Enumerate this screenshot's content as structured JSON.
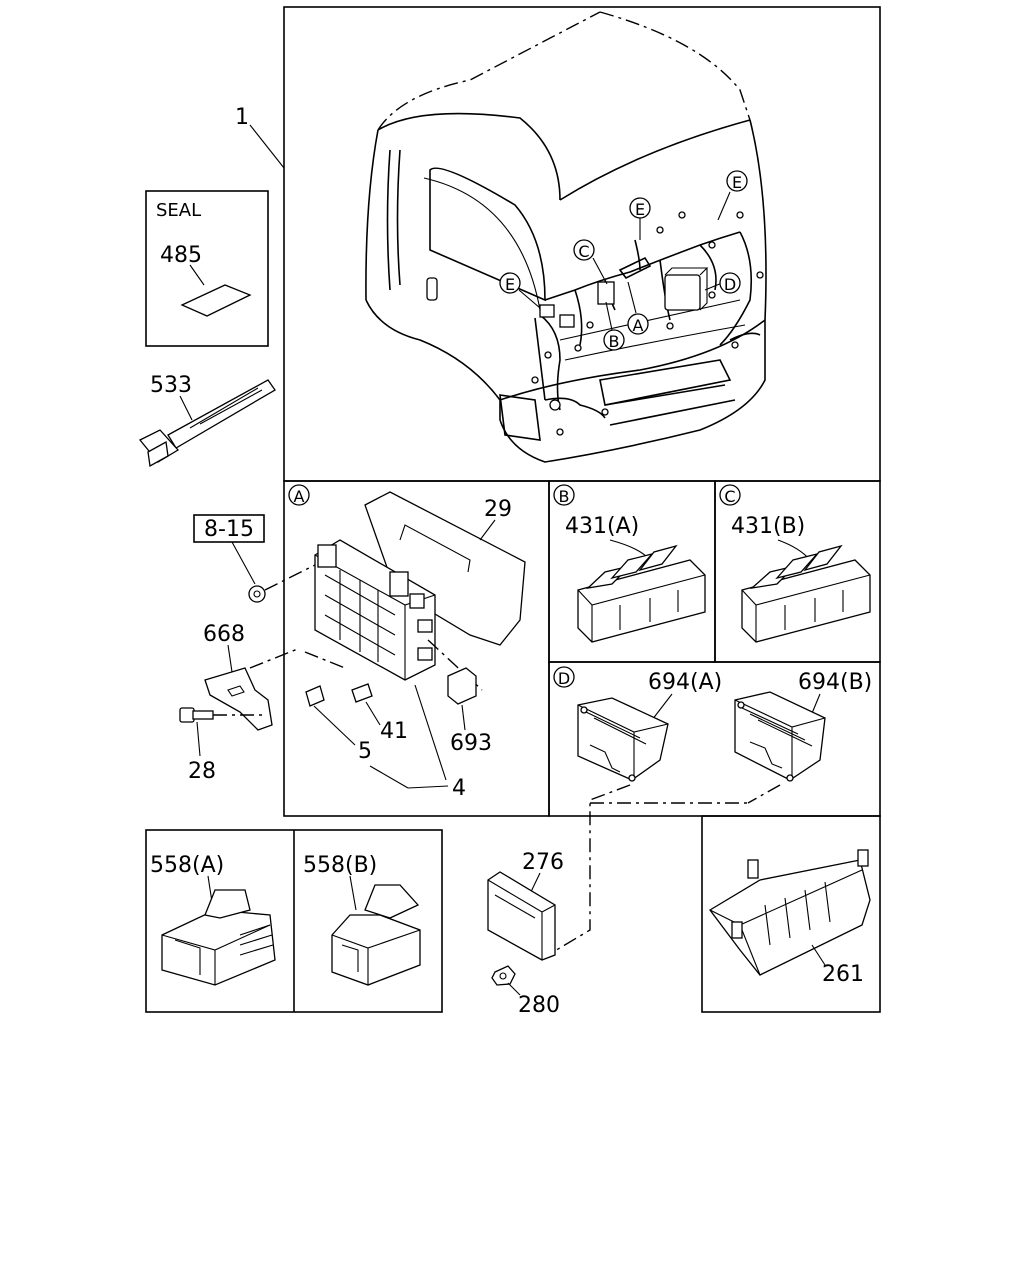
{
  "labels": {
    "p1": "1",
    "seal": "SEAL",
    "p485": "485",
    "p533": "533",
    "ref815": "8-15",
    "p668": "668",
    "p28": "28",
    "p29": "29",
    "p41": "41",
    "p5": "5",
    "p4": "4",
    "p693": "693",
    "p431a": "431(A)",
    "p431b": "431(B)",
    "p694a": "694(A)",
    "p694b": "694(B)",
    "p558a": "558(A)",
    "p558b": "558(B)",
    "p276": "276",
    "p280": "280",
    "p261": "261"
  },
  "callouts": {
    "A": "A",
    "B": "B",
    "C": "C",
    "D": "D",
    "E": "E"
  }
}
